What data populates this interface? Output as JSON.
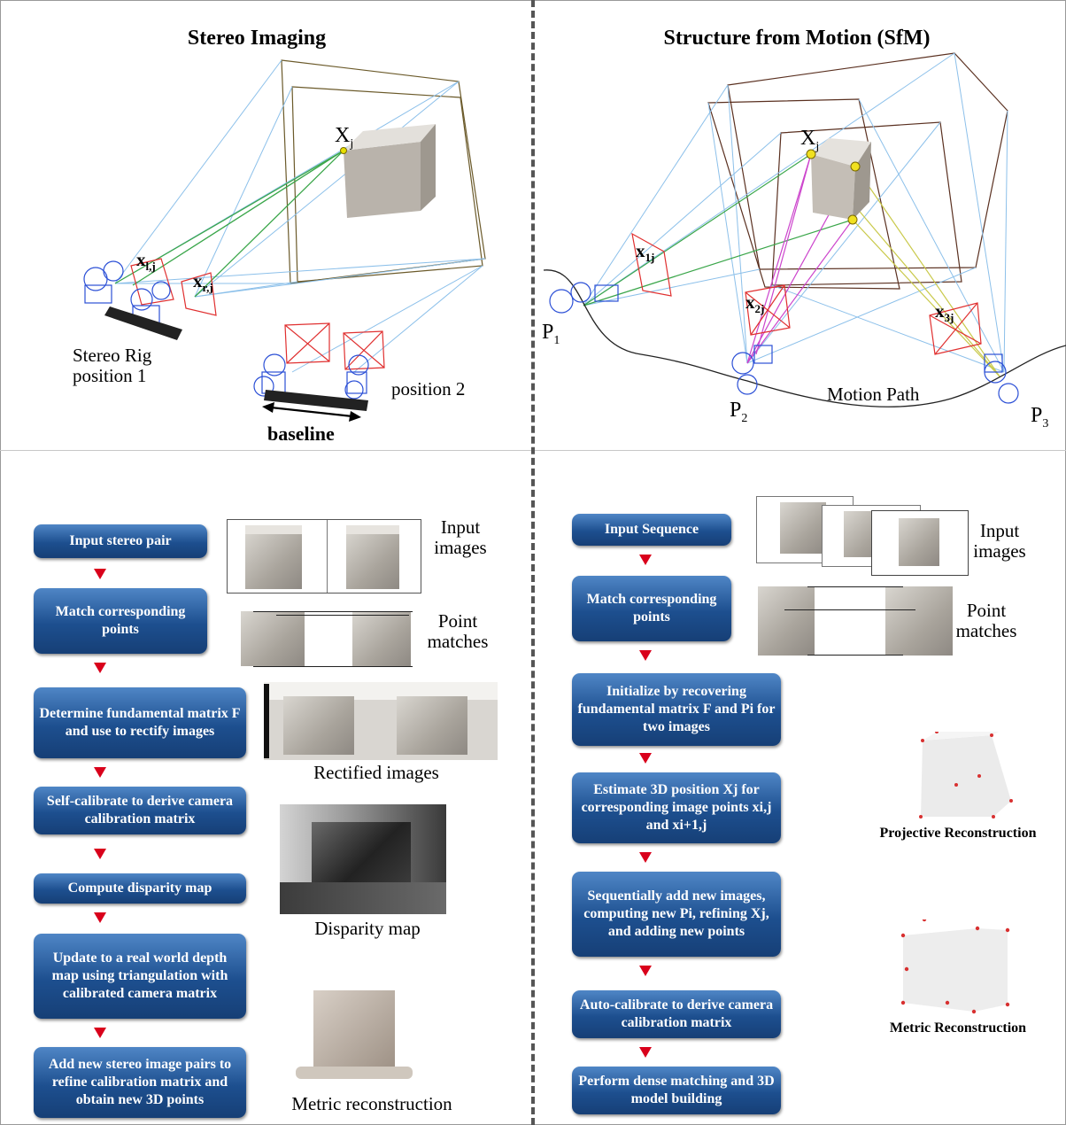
{
  "stereo": {
    "title": "Stereo Imaging",
    "labels": {
      "xj": "X",
      "xj_sub": "j",
      "xlj": "x",
      "xlj_sub": "l,j",
      "xrj": "x",
      "xrj_sub": "r,j",
      "rig1_line1": "Stereo Rig",
      "rig1_line2": "position 1",
      "pos2": "position 2",
      "baseline": "baseline"
    },
    "steps": [
      "Input stereo pair",
      "Match corresponding points",
      "Determine fundamental matrix F and use to rectify images",
      "Self-calibrate to derive camera calibration matrix",
      "Compute disparity map",
      "Update to a real world depth map using triangulation with calibrated camera matrix",
      "Add new stereo image pairs to refine calibration matrix and obtain new 3D points"
    ],
    "captions": {
      "input_images": "Input images",
      "point_matches": "Point matches",
      "rectified": "Rectified images",
      "disparity": "Disparity map",
      "metric": "Metric reconstruction"
    }
  },
  "sfm": {
    "title": "Structure from Motion (SfM)",
    "labels": {
      "xj": "X",
      "xj_sub": "j",
      "x1j": "x",
      "x1j_sub": "1j",
      "x2j": "x",
      "x2j_sub": "2j",
      "x3j": "x",
      "x3j_sub": "3j",
      "p1": "P",
      "p1_sub": "1",
      "p2": "P",
      "p2_sub": "2",
      "p3": "P",
      "p3_sub": "3",
      "motion_path": "Motion Path"
    },
    "steps": [
      "Input Sequence",
      "Match corresponding points",
      "Initialize by recovering fundamental matrix F and Pi for two images",
      "Estimate 3D position Xj for corresponding image points xi,j and xi+1,j",
      "Sequentially add new images, computing new Pi, refining Xj, and adding new points",
      "Auto-calibrate to derive camera calibration matrix",
      "Perform dense matching and 3D model building"
    ],
    "captions": {
      "input_images": "Input images",
      "point_matches": "Point matches",
      "projective": "Projective Reconstruction",
      "metric": "Metric Reconstruction"
    }
  },
  "colors": {
    "box_top": "#4f86c6",
    "box_bottom": "#163f76",
    "arrow": "#d9001b",
    "ray_blue": "#7fb6e6",
    "ray_green": "#3aa64a",
    "ray_magenta": "#cc44cc",
    "ray_yellow": "#c9c94a",
    "image_plane_red": "#e03030",
    "frustum_brown": "#6b4a2a"
  }
}
